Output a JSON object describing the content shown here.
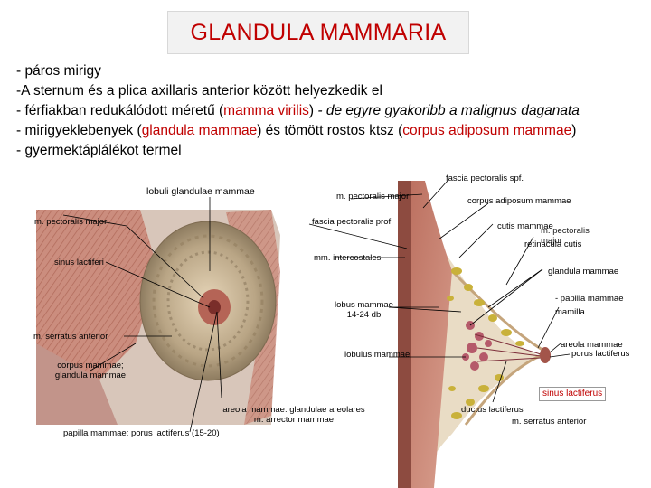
{
  "title": "GLANDULA MAMMARIA",
  "bullets": {
    "b1": "- páros mirigy",
    "b2": "-A sternum és a plica axillaris anterior között helyezkedik el",
    "b3_pre": "- férfiakban redukálódott méretű (",
    "b3_red": "mamma virilis",
    "b3_mid": ")",
    "b3_ital": "  - de egyre gyakoribb a malignus daganata",
    "b4_pre": "- mirigyeklebenyek (",
    "b4_red1": "glandula mammae",
    "b4_mid": ") és tömött rostos ktsz (",
    "b4_red2": "corpus adiposum mammae",
    "b4_post": ")",
    "b5": "- gyermektáplálékot termel"
  },
  "labels": {
    "lobuli": "lobuli glandulae  mammae",
    "pect_major_left": "m. pectoralis major",
    "sinus_left": "sinus lactiferi",
    "serratus_left": "m. serratus anterior",
    "corpus_left_1": "corpus mammae;",
    "corpus_left_2": "glandula mammae",
    "pect_major_mid": "m. pectoralis major",
    "fascia_prof": "fascia pectoralis prof.",
    "intercostales": "mm. intercostales",
    "lobus_1": "lobus mammae",
    "lobus_2": "14-24 db",
    "lobulus": "lobulus mammae",
    "areola_1": "areola mammae: glandulae areolares",
    "areola_2": "m. arrector mammae",
    "papilla_bottom": "papilla mammae:  porus  lactiferus (15-20)",
    "fascia_spf": "fascia pectoralis spf.",
    "corpus_adiposum": "corpus adiposum mammae",
    "cutis": "cutis mammae",
    "m_pect_overlap": "m. pectoralis major",
    "retinacula": "retinacula cutis",
    "glandula_r": "glandula mammae",
    "papilla_r": "- papilla mammae",
    "mamilla": "mamilla",
    "areola_r": "areola mammae",
    "porus_r": "porus lactiferus",
    "sinus_r": "sinus lactiferus",
    "ductus": "ductus lactiferus",
    "serratus_r": "m. serratus anterior"
  }
}
